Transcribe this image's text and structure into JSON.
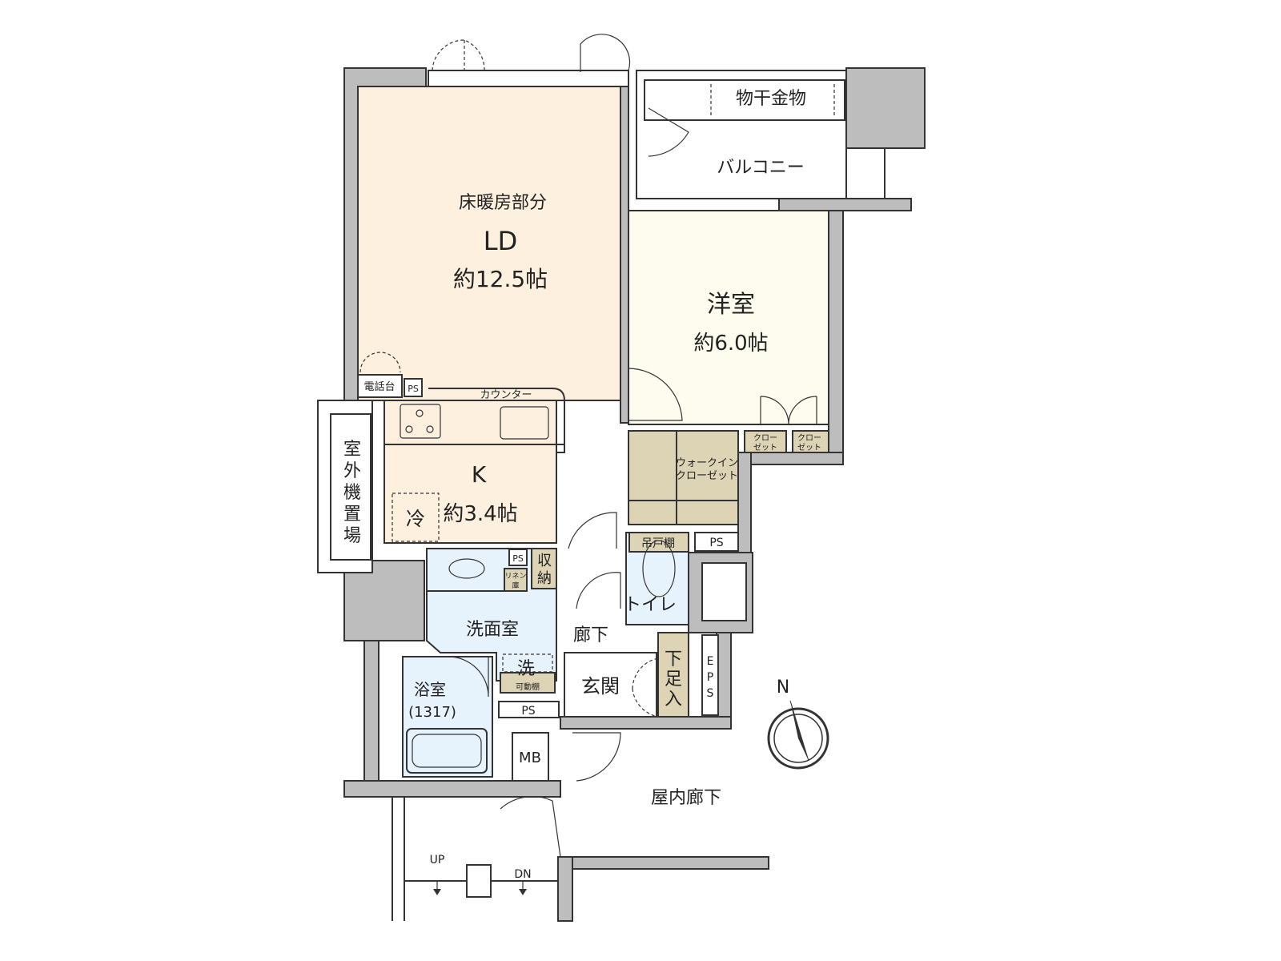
{
  "colors": {
    "living_floor": "#fdf0df",
    "bedroom_floor": "#fdfcee",
    "storage": "#ddd4b6",
    "wet_area": "#e7f3fc",
    "wall": "#bdbdbd"
  },
  "rooms": {
    "floor_heating": "床暖房部分",
    "ld_name": "LD",
    "ld_size": "約12.5帖",
    "western_name": "洋室",
    "western_size": "約6.0帖",
    "kitchen_name": "K",
    "kitchen_size": "約3.4帖",
    "fridge": "冷",
    "counter": "カウンター",
    "phone_stand": "電話台",
    "balcony": "バルコニー",
    "drying_rack": "物干金物",
    "walk_in_closet_1": "ウォークイン",
    "walk_in_closet_2": "クローゼット",
    "closet_a_1": "クロー",
    "closet_a_2": "ゼット",
    "closet_b_1": "クロー",
    "closet_b_2": "ゼット",
    "outdoor_unit": [
      "室",
      "外",
      "機",
      "置",
      "場"
    ],
    "washroom": "洗面室",
    "linen_1": "リネン",
    "linen_2": "庫",
    "storage_1": "収",
    "storage_2": "納",
    "washer": "洗",
    "movable_shelf": "可動棚",
    "bath": "浴室",
    "bath_size": "(1317)",
    "toilet": "トイレ",
    "hanging_cabinet": "吊戸棚",
    "hallway": "廊下",
    "entrance": "玄関",
    "shoe_box": [
      "下",
      "足",
      "入"
    ],
    "eps": [
      "E",
      "P",
      "S"
    ],
    "mb": "MB",
    "ps": "PS",
    "indoor_corridor": "屋内廊下",
    "up": "UP",
    "dn": "DN",
    "north": "N"
  }
}
